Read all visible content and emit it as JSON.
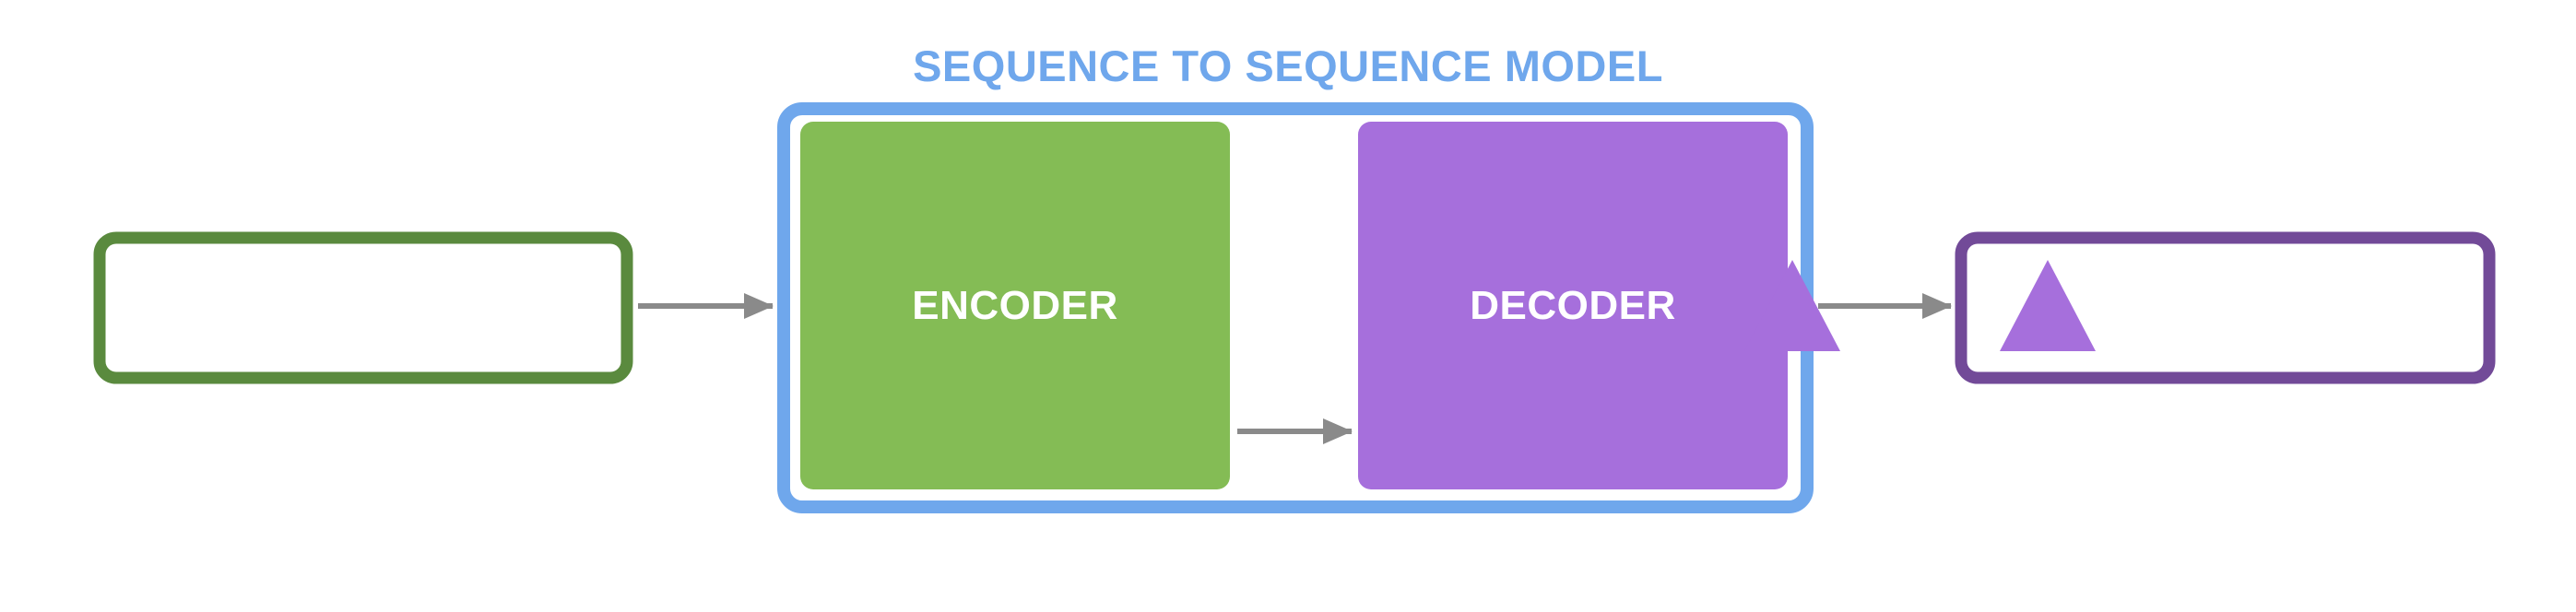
{
  "diagram": {
    "title": "SEQUENCE TO SEQUENCE MODEL",
    "encoder_label": "ENCODER",
    "decoder_label": "DECODER",
    "input_box_text": "",
    "output_box_text": ""
  },
  "colors": {
    "title": "#6FA7EC",
    "model_border": "#6FA7EC",
    "encoder_fill": "#84BC55",
    "decoder_fill": "#A66FDC",
    "input_border": "#5A8A3E",
    "output_border": "#724A98",
    "triangle": "#A66FDC",
    "arrow": "#8A8A8A"
  },
  "icons": {
    "output_token": "triangle-icon",
    "decoder_token": "triangle-icon"
  }
}
